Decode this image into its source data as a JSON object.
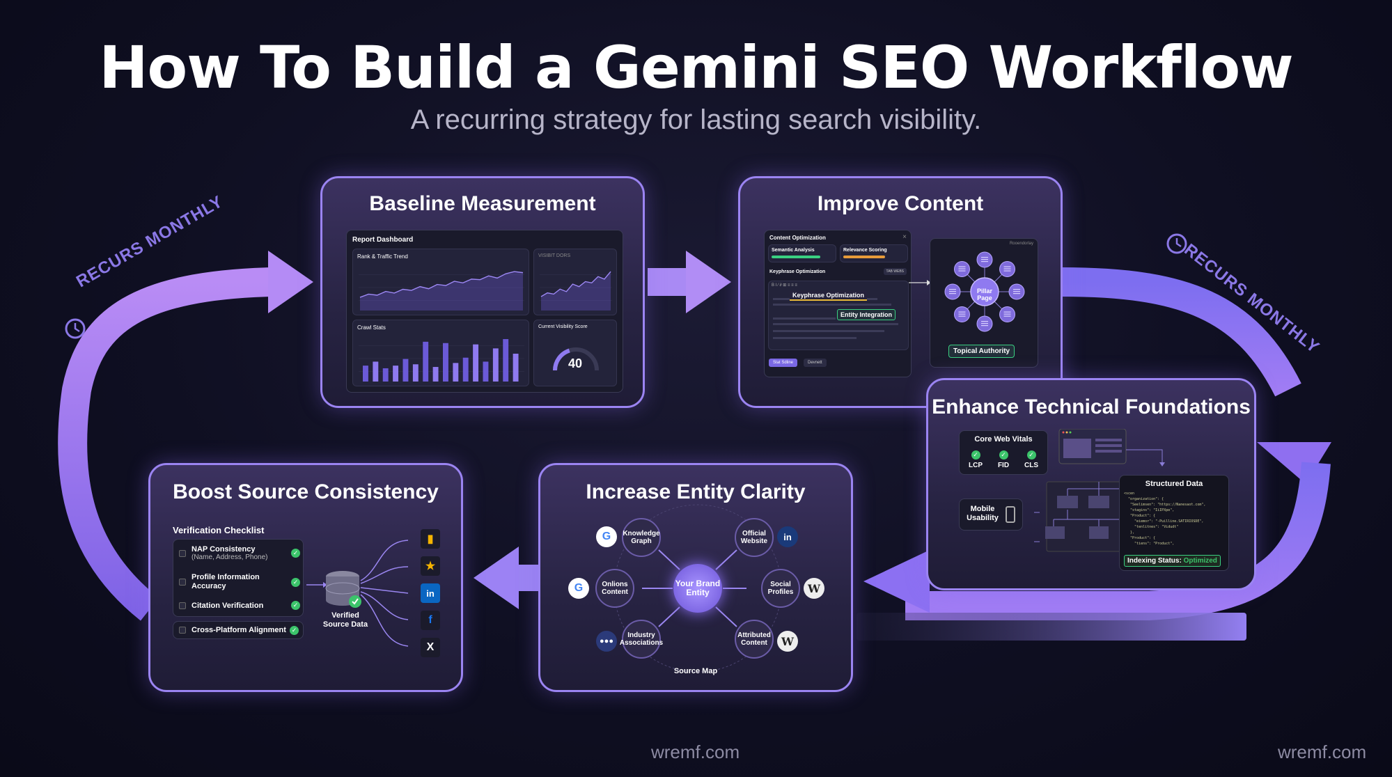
{
  "header": {
    "title": "How To Build a Gemini SEO Workflow",
    "subtitle": "A recurring strategy for lasting search visibility."
  },
  "cycle": {
    "left_label": "RECURS MONTHLY",
    "right_label": "RECURS MONTHLY"
  },
  "baseline": {
    "title": "Baseline Measurement",
    "dashboard_title": "Report Dashboard",
    "rank_title": "Rank & Traffic Trend",
    "side_title": "VISIBIT DORS",
    "crawl_title": "Crawl Stats",
    "score_title": "Current Visibility Score",
    "score_value": "40",
    "score_fraction": 0.4,
    "rank_series": [
      22,
      28,
      26,
      33,
      30,
      37,
      35,
      42,
      38,
      46,
      44,
      52,
      49,
      56,
      55,
      62,
      58,
      66,
      70,
      68
    ],
    "side_series": [
      20,
      26,
      24,
      32,
      28,
      40,
      36,
      44,
      42,
      52,
      48,
      60
    ],
    "crawl_bars": [
      24,
      30,
      20,
      24,
      34,
      26,
      60,
      22,
      58,
      28,
      36,
      56,
      30,
      50,
      64,
      42
    ]
  },
  "improve": {
    "title": "Improve Content",
    "panel_title": "Content Optimization",
    "close": "×",
    "semantic": "Semantic Analysis",
    "relevance": "Relevance Scoring",
    "keyphrase": "Keyphrase Optimization",
    "keyphrase_button": "TAB WEBS",
    "toolbar": "B  I  ⁄  ∂  ⊞  ≡  ≡  ≡",
    "highlight_keyphrase": "Keyphrase Optimization",
    "highlight_entity": "Entity Integration",
    "btn_primary": "Stat Sdline",
    "btn_secondary": "Devnett",
    "cluster_title": "Rooendorlay",
    "pillar": "Pillar Page",
    "authority": "Topical Authority"
  },
  "technical": {
    "title": "Enhance Technical Foundations",
    "cwv_title": "Core Web Vitals",
    "metrics": [
      "LCP",
      "FID",
      "CLS"
    ],
    "mobile": "Mobile Usability",
    "structured_title": "Structured Data",
    "code_lines": [
      "<scen",
      "  \"organization\": {",
      "   \"Seelimsen\": \"https://Nanesaot.com\",",
      "   \"stagins\": \"IiIPXpe\",",
      "   \"Product\": {",
      "     \"eiemor\": \"-Puilline.SATIRIOSDE\",",
      "     \"tenlitnes\": \"Vidudt\"",
      "   },",
      "   \"Product\": {",
      "     \"tiens\": \"Product\","
    ],
    "indexing_label": "Indexing Status:",
    "indexing_value": "Optimized",
    "colors": {
      "optimized": "#3cc46b"
    }
  },
  "entity": {
    "title": "Increase Entity Clarity",
    "center": "Your Brand Entity",
    "nodes": [
      "Knowledge Graph",
      "Official Website",
      "Social Profiles",
      "Attributed Content",
      "Industry Associations",
      "Onlions Content"
    ],
    "source_map": "Source Map"
  },
  "boost": {
    "title": "Boost Source Consistency",
    "checklist_title": "Verification Checklist",
    "items": [
      {
        "label": "NAP Consistency",
        "sub": "(Name, Address, Phone)"
      },
      {
        "label": "Profile Information Accuracy",
        "sub": ""
      },
      {
        "label": "Citation Verification",
        "sub": ""
      },
      {
        "label": "Cross-Platform Alignment",
        "sub": ""
      }
    ],
    "db_label": "Verified Source Data"
  },
  "footer": {
    "center": "wremf.com",
    "right": "wremf.com"
  }
}
